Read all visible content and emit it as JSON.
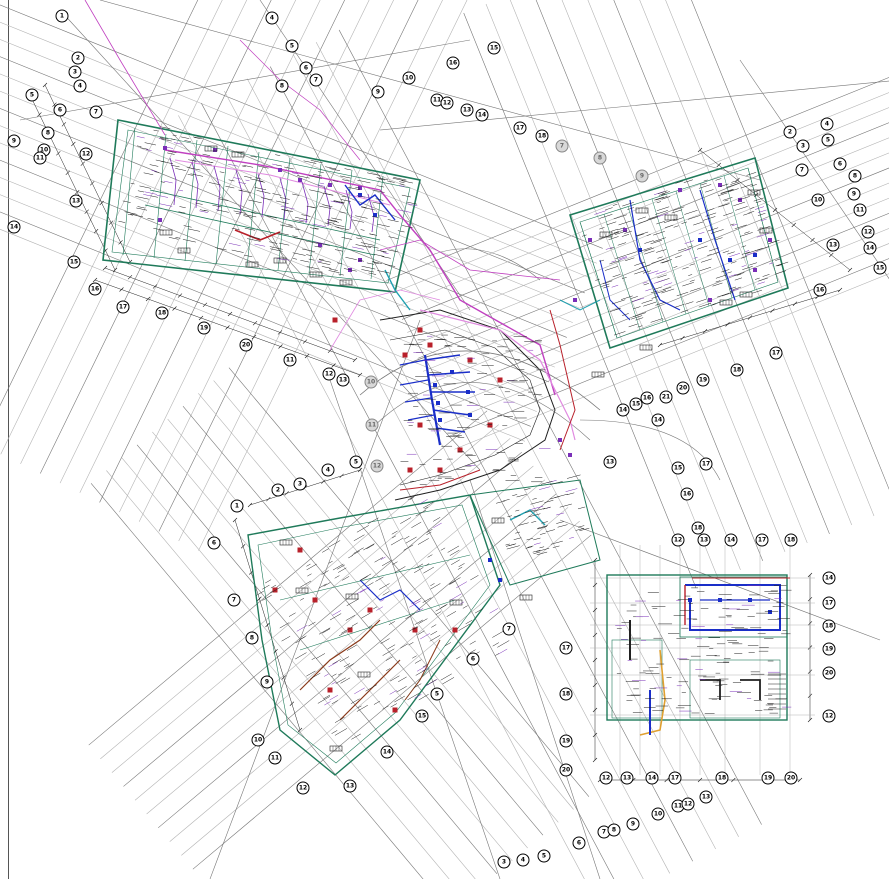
{
  "drawing": {
    "colors": {
      "grid": "#777777",
      "grid_light": "#b4b4b4",
      "wall": "#1f7a5a",
      "magenta": "#c040c0",
      "pink": "#e08ae0",
      "purple": "#7a2fb8",
      "blue": "#1a2ec8",
      "red": "#b8202a",
      "orange": "#e0a030",
      "cyan": "#20a0b0",
      "brown": "#8a3a1a",
      "dark": "#202020"
    },
    "grid_bubbles": {
      "west_wing": [
        "1",
        "2",
        "3",
        "4",
        "5",
        "6",
        "7",
        "8",
        "9",
        "10",
        "11",
        "12",
        "13",
        "14",
        "15",
        "16",
        "17",
        "18",
        "19",
        "20"
      ],
      "east_wing": [
        "2",
        "3",
        "4",
        "5",
        "6",
        "7",
        "8",
        "9",
        "10",
        "11",
        "12",
        "13",
        "14",
        "15",
        "16",
        "17",
        "18",
        "19",
        "20",
        "21"
      ],
      "south_block": [
        "1",
        "2",
        "3",
        "4",
        "5",
        "6",
        "7",
        "8",
        "9",
        "10",
        "11",
        "12",
        "13",
        "14",
        "15"
      ],
      "annex": [
        "12",
        "13",
        "14",
        "17",
        "18",
        "19",
        "20"
      ]
    }
  }
}
